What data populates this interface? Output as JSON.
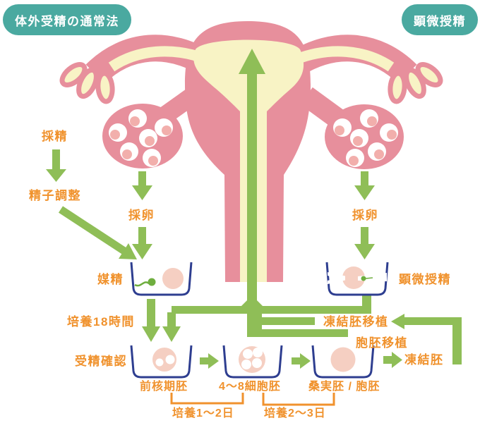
{
  "badges": {
    "conventional_ivf": "体外受精の通常法",
    "icsi": "顕微授精"
  },
  "labels": {
    "sperm_collection": "採精",
    "sperm_preparation": "精子調整",
    "egg_retrieval_left": "採卵",
    "egg_retrieval_right": "採卵",
    "insemination": "媒精",
    "culture_18h": "培養18時間",
    "fertilization_check": "受精確認",
    "icsi_dish": "顕微授精",
    "pronuclear_embryo": "前核期胚",
    "cell_stage_embryo": "4〜8細胞胚",
    "morula_blastocyst": "桑実胚 / 胞胚",
    "culture_1_2_days": "培養1〜2日",
    "culture_2_3_days": "培養2〜3日",
    "frozen_embryo_transfer": "凍結胚移植",
    "blastocyst_transfer": "胞胚移植",
    "frozen_embryo": "凍結胚"
  },
  "colors": {
    "teal_badge": "#4aa9a0",
    "pink_body": "#e78f9c",
    "cream_cavity": "#f8f3c5",
    "egg_pink": "#f5cfc2",
    "nucleus_pink": "#f2afac",
    "green_arrow": "#8fbe57",
    "orange_text": "#f0922d",
    "navy_dish": "#2e3e90",
    "sperm_green": "#6fae3f",
    "white": "#ffffff"
  },
  "icons": {
    "uterus": "uterus-illustration",
    "ovary": "ovary-with-eggs",
    "fimbriae": "fallopian-fimbriae",
    "dish": "petri-dish",
    "sperm": "sperm-cell",
    "egg": "egg-cell",
    "needle": "injection-needle",
    "pipette": "holding-pipette",
    "arrow": "flow-arrow"
  }
}
